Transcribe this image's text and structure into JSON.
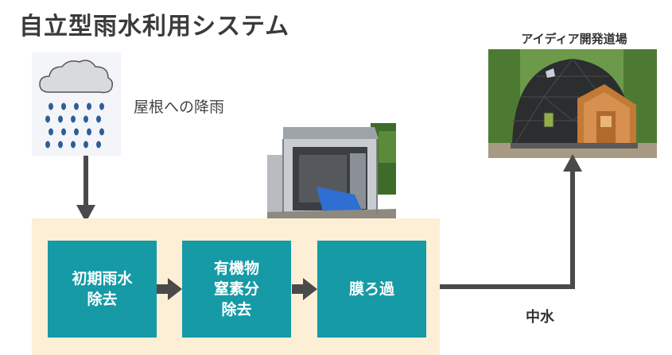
{
  "title": "自立型雨水利用システム",
  "rain": {
    "label": "屋根への降雨"
  },
  "process": {
    "steps": [
      {
        "lines": [
          "初期雨水",
          "除去"
        ]
      },
      {
        "lines": [
          "有機物",
          "窒素分",
          "除去"
        ]
      },
      {
        "lines": [
          "膜ろ過"
        ]
      }
    ]
  },
  "destination": {
    "label": "アイディア開発道場"
  },
  "output": {
    "label": "中水"
  },
  "colors": {
    "box": "#159aa6",
    "process_background": "#fcefd6",
    "arrow": "#4a4a4a"
  },
  "icons": {
    "rain": "rain-cloud-icon"
  }
}
